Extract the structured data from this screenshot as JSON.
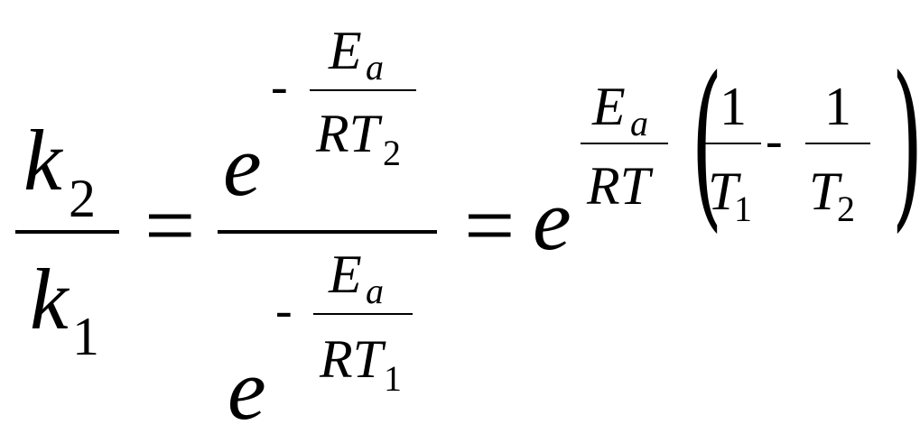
{
  "equation": {
    "lhs": {
      "num_var": "k",
      "num_sub": "2",
      "den_var": "k",
      "den_sub": "1"
    },
    "eq1": "=",
    "middle": {
      "num_base": "e",
      "num_exp_sign": "-",
      "num_exp_num_var": "E",
      "num_exp_num_sub": "a",
      "num_exp_den_var": "RT",
      "num_exp_den_sub": "2",
      "den_base": "e",
      "den_exp_sign": "-",
      "den_exp_num_var": "E",
      "den_exp_num_sub": "a",
      "den_exp_den_var": "RT",
      "den_exp_den_sub": "1"
    },
    "eq2": "=",
    "rhs": {
      "base": "e",
      "frac_num_var": "E",
      "frac_num_sub": "a",
      "frac_den": "RT",
      "open_paren": "(",
      "close_paren": ")",
      "t1_num": "1",
      "t1_den_var": "T",
      "t1_den_sub": "1",
      "minus": "-",
      "t2_num": "1",
      "t2_den_var": "T",
      "t2_den_sub": "2"
    }
  }
}
